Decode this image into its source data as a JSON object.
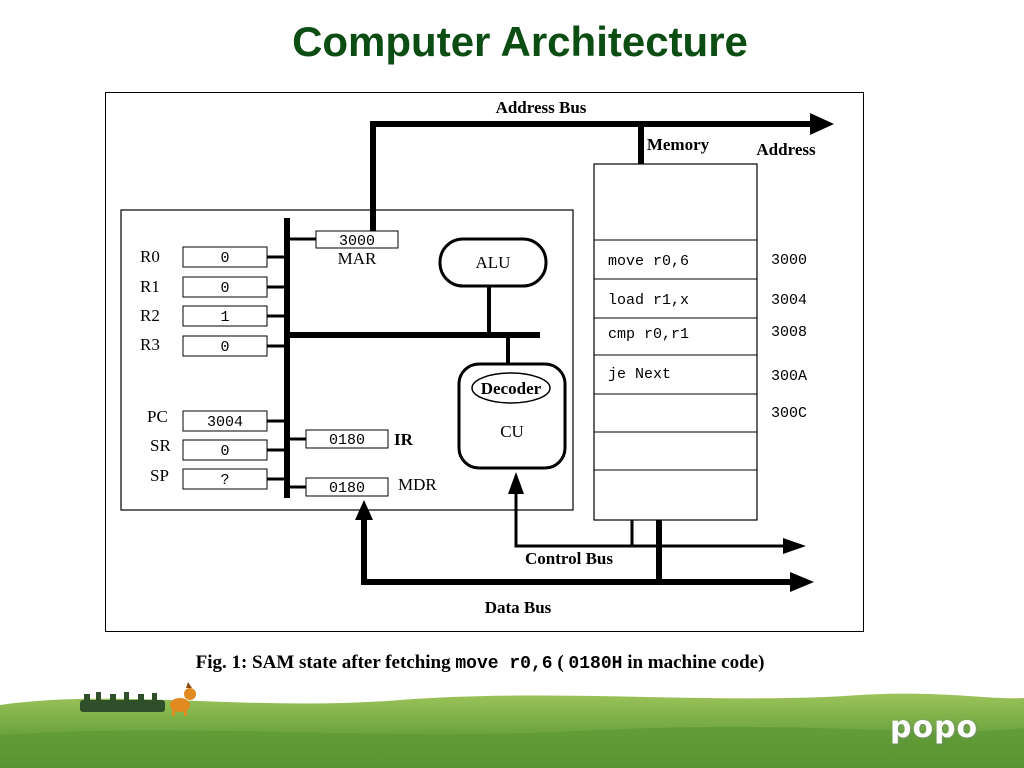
{
  "slide": {
    "title": "Computer Architecture",
    "footer_brand": "popo"
  },
  "diagram": {
    "buses": {
      "address": "Address Bus",
      "control": "Control Bus",
      "data": "Data Bus"
    },
    "memory": {
      "title": "Memory",
      "address_header": "Address",
      "rows": [
        {
          "instruction": "",
          "address": ""
        },
        {
          "instruction": "move r0,6",
          "address": "3000"
        },
        {
          "instruction": "load r1,x",
          "address": "3004"
        },
        {
          "instruction": "cmp r0,r1",
          "address": "3008"
        },
        {
          "instruction": "je Next",
          "address": "300A"
        },
        {
          "instruction": "",
          "address": "300C"
        },
        {
          "instruction": "",
          "address": ""
        },
        {
          "instruction": "",
          "address": ""
        }
      ]
    },
    "cpu": {
      "registers": [
        {
          "name": "R0",
          "value": "0"
        },
        {
          "name": "R1",
          "value": "0"
        },
        {
          "name": "R2",
          "value": "1"
        },
        {
          "name": "R3",
          "value": "0"
        },
        {
          "name": "PC",
          "value": "3004"
        },
        {
          "name": "SR",
          "value": "0"
        },
        {
          "name": "SP",
          "value": "?"
        }
      ],
      "mar": {
        "label": "MAR",
        "value": "3000"
      },
      "ir": {
        "label": "IR",
        "value": "0180"
      },
      "mdr": {
        "label": "MDR",
        "value": "0180"
      },
      "alu": "ALU",
      "decoder": "Decoder",
      "cu": "CU"
    },
    "caption": {
      "prefix": "Fig. 1: SAM state after fetching ",
      "instruction": "move r0,6",
      "middle": " ( ",
      "code": "0180H",
      "suffix": " in machine code)"
    }
  },
  "colors": {
    "title": "#0b4d12",
    "grass": "#6fa640",
    "sky": "#ffffff"
  }
}
